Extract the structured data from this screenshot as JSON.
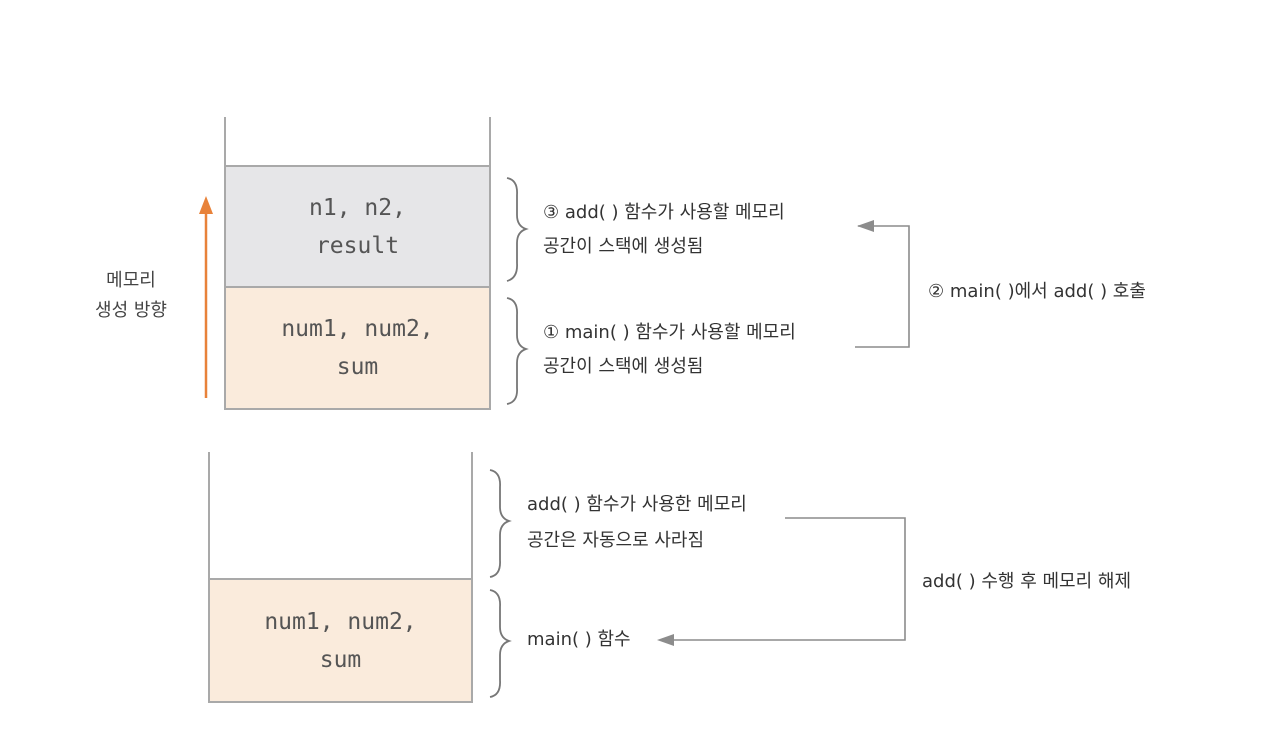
{
  "colors": {
    "stack_line": "#a9a9a9",
    "add_frame_fill": "#e6e6e8",
    "main_frame_fill": "#faebdc",
    "growth_arrow": "#e8823a",
    "connector": "#8c8c8c"
  },
  "side_label": {
    "line1": "메모리",
    "line2": "생성 방향"
  },
  "stack_before": {
    "add_frame": {
      "line1": "n1, n2,",
      "line2": "result"
    },
    "main_frame": {
      "line1": "num1, num2,",
      "line2": "sum"
    }
  },
  "stack_after": {
    "main_frame": {
      "line1": "num1, num2,",
      "line2": "sum"
    }
  },
  "annotations": {
    "add_created": {
      "line1": "③ add( ) 함수가 사용할 메모리",
      "line2": "공간이 스택에 생성됨"
    },
    "main_created": {
      "line1": "① main( ) 함수가 사용할 메모리",
      "line2": "공간이 스택에 생성됨"
    },
    "call": "② main( )에서 add( ) 호출",
    "add_released": {
      "line1": "add( ) 함수가 사용한 메모리",
      "line2": "공간은 자동으로 사라짐"
    },
    "main_remaining": "main( ) 함수",
    "release": "add( ) 수행 후 메모리 해제"
  }
}
